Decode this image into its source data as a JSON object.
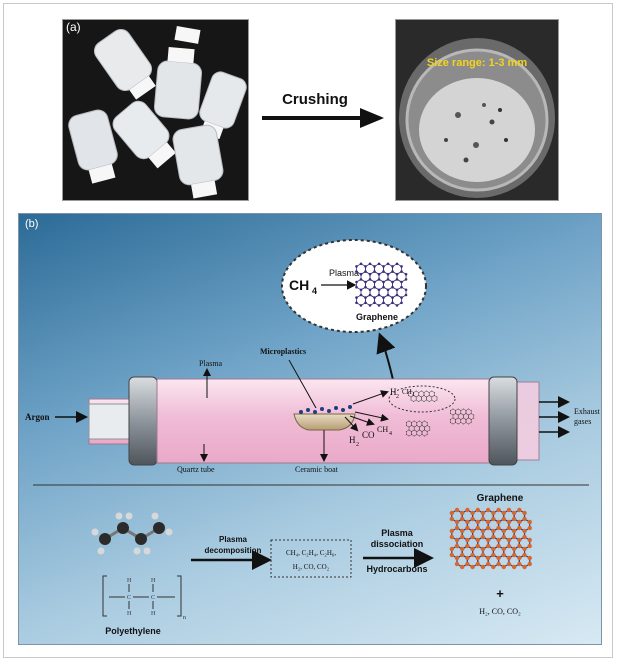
{
  "panel_a": {
    "label": "(a)",
    "arrow_label": "Crushing",
    "size_note": "Size range: 1-3 mm"
  },
  "panel_b": {
    "label": "(b)",
    "bubble": {
      "reactant": "CH",
      "reactant_sub": "4",
      "arrow_label": "Plasma",
      "product": "Graphene"
    },
    "reactor": {
      "argon": "Argon",
      "plasma": "Plasma",
      "microplastics": "Microplastics",
      "quartz_tube": "Quartz tube",
      "ceramic_boat": "Ceramic boat",
      "exhaust_1": "Exhaust",
      "exhaust_2": "gases",
      "h2_H": "H",
      "h2_sub": "2",
      "ch4_C": "CH",
      "ch4_sub": "4",
      "h2b_H": "H",
      "h2b_sub": "2",
      "co": "CO",
      "ch4b_C": "CH",
      "ch4b_sub": "4"
    },
    "scheme": {
      "polyethylene": "Polyethylene",
      "repeat_n": "n",
      "H": "H",
      "C": "C",
      "step1_line1": "Plasma",
      "step1_line2": "decomposition",
      "products_line1": "CH₄, C₂H₄, C₂H₆,",
      "products_line2": "H₂, CO, CO₂",
      "step2_line1": "Plasma",
      "step2_line2": "dissociation",
      "step2_line3": "Hydrocarbons",
      "graphene": "Graphene",
      "plus": "+",
      "byproducts": "H₂, CO, CO₂"
    }
  },
  "colors": {
    "panel_bg_top": "#2c6b97",
    "panel_bg_bottom": "#d7e9f3",
    "tube_pink": "#f3c7de",
    "graphene_node": "#d9662a",
    "graphene_bond": "#2a3a8c"
  }
}
